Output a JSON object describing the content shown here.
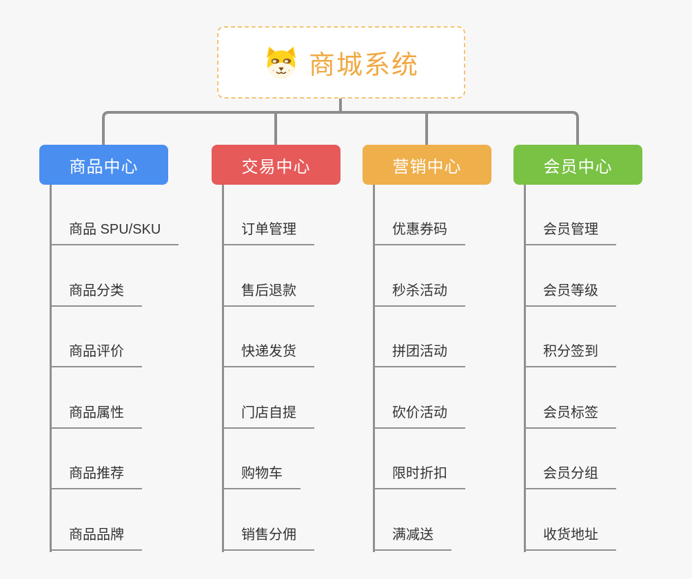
{
  "root": {
    "title": "商城系统",
    "icon": "doge-face-icon",
    "title_color": "#F0A843",
    "border_color": "#F5C271"
  },
  "style": {
    "background_color": "#F7F7F7",
    "connector_color": "#8C8C8C",
    "item_text_color": "#333333"
  },
  "branches": [
    {
      "label": "商品中心",
      "color": "#4A8FF0",
      "items": [
        "商品 SPU/SKU",
        "商品分类",
        "商品评价",
        "商品属性",
        "商品推荐",
        "商品品牌"
      ]
    },
    {
      "label": "交易中心",
      "color": "#E65A5A",
      "items": [
        "订单管理",
        "售后退款",
        "快递发货",
        "门店自提",
        "购物车",
        "销售分佣"
      ]
    },
    {
      "label": "营销中心",
      "color": "#EFAF4B",
      "items": [
        "优惠券码",
        "秒杀活动",
        "拼团活动",
        "砍价活动",
        "限时折扣",
        "满减送"
      ]
    },
    {
      "label": "会员中心",
      "color": "#79C244",
      "items": [
        "会员管理",
        "会员等级",
        "积分签到",
        "会员标签",
        "会员分组",
        "收货地址"
      ]
    }
  ]
}
